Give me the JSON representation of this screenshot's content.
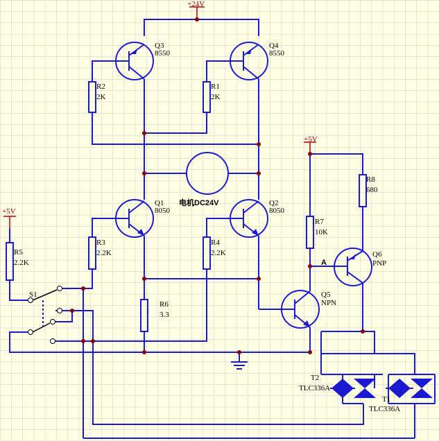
{
  "colors": {
    "background": "#ffffe4",
    "grid": "#c8c8c8",
    "wire": "#1a1ad0",
    "power": "#b00000",
    "text": "#000000"
  },
  "supplies": {
    "vcc24": "+24V",
    "vcc5_left": "+5V",
    "vcc5_right": "+5V"
  },
  "motor": {
    "label": "电机DC24V"
  },
  "transistors": [
    {
      "id": "Q3",
      "model": "8550"
    },
    {
      "id": "Q4",
      "model": "8550"
    },
    {
      "id": "Q1",
      "model": "8050"
    },
    {
      "id": "Q2",
      "model": "8050"
    },
    {
      "id": "Q5",
      "model": "NPN"
    },
    {
      "id": "Q6",
      "model": "PNP"
    }
  ],
  "resistors": [
    {
      "id": "R2",
      "value": "2K"
    },
    {
      "id": "R1",
      "value": "2K"
    },
    {
      "id": "R3",
      "value": "2.2K"
    },
    {
      "id": "R4",
      "value": "2.2K"
    },
    {
      "id": "R5",
      "value": "2.2K"
    },
    {
      "id": "R6",
      "value": "3.3"
    },
    {
      "id": "R7",
      "value": "10K"
    },
    {
      "id": "R8",
      "value": "680"
    }
  ],
  "switch": {
    "id": "S1"
  },
  "node_a": "A",
  "triacs": [
    {
      "id": "T2",
      "model": "TLC336A"
    },
    {
      "id": "T1",
      "model": "TLC336A"
    }
  ]
}
